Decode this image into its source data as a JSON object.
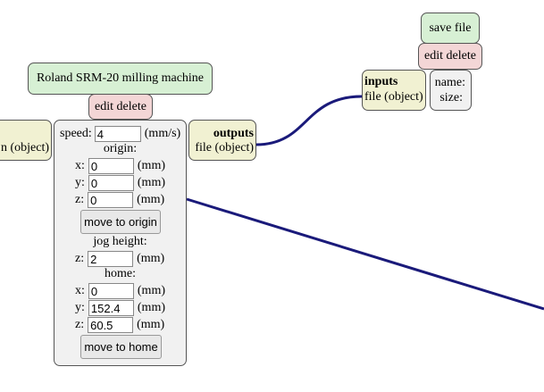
{
  "top_right_node": {
    "save_label": "save file",
    "edit_delete_label": "edit delete",
    "inputs_title": "inputs",
    "inputs_type": "file (object)",
    "name_label": "name:",
    "size_label": "size:"
  },
  "machine_node": {
    "title": "Roland SRM-20 milling machine",
    "edit_delete_label": "edit delete",
    "left_input_partial": "n (object)",
    "outputs_title": "outputs",
    "outputs_type": "file (object)",
    "speed_label": "speed:",
    "speed_value": "4",
    "speed_unit": "(mm/s)",
    "origin_label": "origin:",
    "origin": {
      "x_label": "x:",
      "x_value": "0",
      "y_label": "y:",
      "y_value": "0",
      "z_label": "z:",
      "z_value": "0",
      "unit": "(mm)"
    },
    "move_to_origin_label": "move to origin",
    "jog_height_label": "jog height:",
    "jog": {
      "z_label": "z:",
      "z_value": "2",
      "unit": "(mm)"
    },
    "home_label": "home:",
    "home": {
      "x_label": "x:",
      "x_value": "0",
      "y_label": "y:",
      "y_value": "152.4",
      "z_label": "z:",
      "z_value": "60.5",
      "unit": "(mm)"
    },
    "move_to_home_label": "move to home"
  },
  "colors": {
    "link": "#1a1a7a",
    "green": "#d7f0d4",
    "pink": "#f3d6d6",
    "yellow": "#f1f1d2",
    "panel": "#f1f1f1"
  }
}
